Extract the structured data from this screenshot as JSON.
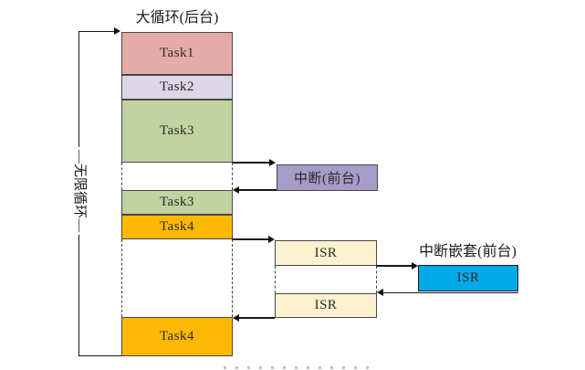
{
  "diagram": {
    "title": "大循环(后台)",
    "loop_label": "—无限循环—",
    "background_tasks": {
      "task1": "Task1",
      "task2": "Task2",
      "task3": "Task3",
      "task3_resume": "Task3",
      "task4": "Task4",
      "task4_resume": "Task4"
    },
    "foreground": {
      "interrupt_box": "中断(前台)",
      "isr_first": "ISR",
      "isr_second": "ISR",
      "nested_title": "中断嵌套(前台)",
      "isr_nested": "ISR"
    },
    "colors": {
      "task1_fill": "#e5aba7",
      "task2_fill": "#dcd6e7",
      "task3_fill": "#c2d2a0",
      "task4_fill": "#fdb804",
      "interrupt_fill": "#a79bc8",
      "isr_fill": "#fcf2d0",
      "isr_nested_fill": "#00a9e8",
      "line_color": "#171717"
    }
  }
}
